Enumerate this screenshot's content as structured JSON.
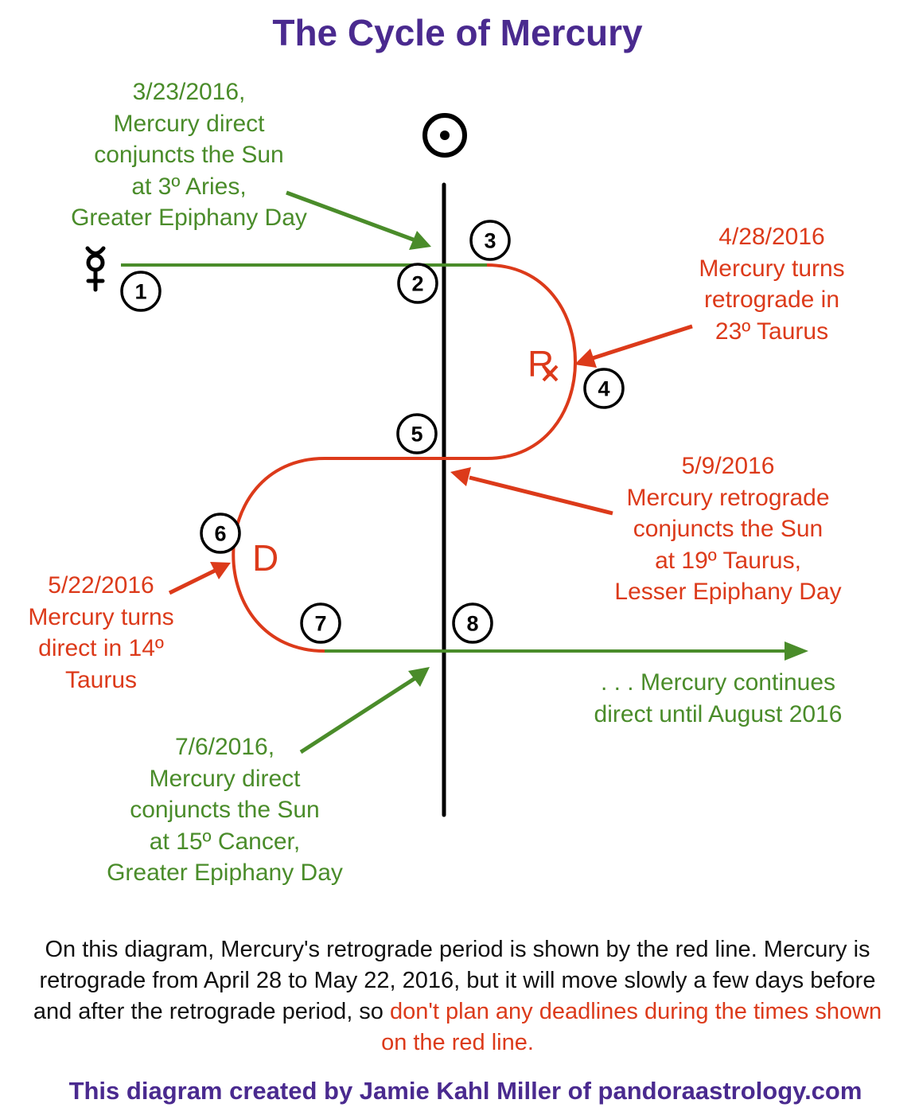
{
  "title": "The Cycle of Mercury",
  "colors": {
    "direct": "#4a8c2a",
    "retrograde": "#dc3a1a",
    "title": "#4a2a8f",
    "sun_axis": "#000000"
  },
  "symbols": {
    "sun": "sun-symbol-icon",
    "mercury": "mercury-symbol-icon",
    "retrograde": "Rx",
    "direct": "D"
  },
  "markers": [
    "1",
    "2",
    "3",
    "4",
    "5",
    "6",
    "7",
    "8"
  ],
  "annotations": {
    "p2": [
      "3/23/2016,",
      "Mercury direct",
      "conjuncts the Sun",
      "at 3º Aries,",
      "Greater Epiphany Day"
    ],
    "p4": [
      "4/28/2016",
      "Mercury turns",
      "retrograde in",
      "23º Taurus"
    ],
    "p5": [
      "5/9/2016",
      "Mercury retrograde",
      "conjuncts the Sun",
      "at 19º Taurus,",
      "Lesser Epiphany Day"
    ],
    "p6": [
      "5/22/2016",
      "Mercury turns",
      "direct in 14º",
      "Taurus"
    ],
    "p8": [
      "7/6/2016,",
      "Mercury direct",
      "conjuncts the Sun",
      "at 15º Cancer,",
      "Greater Epiphany Day"
    ],
    "cont": [
      ". . . Mercury continues",
      "direct until August 2016"
    ]
  },
  "caption": {
    "black": "On this diagram, Mercury's retrograde period is shown by the red line. Mercury is retrograde from April 28 to May 22, 2016, but it will move slowly a few days before and after the retrograde period, so ",
    "red": "don't plan any deadlines during the times shown on the red line."
  },
  "credit": "This diagram created by Jamie Kahl Miller of pandoraastrology.com"
}
